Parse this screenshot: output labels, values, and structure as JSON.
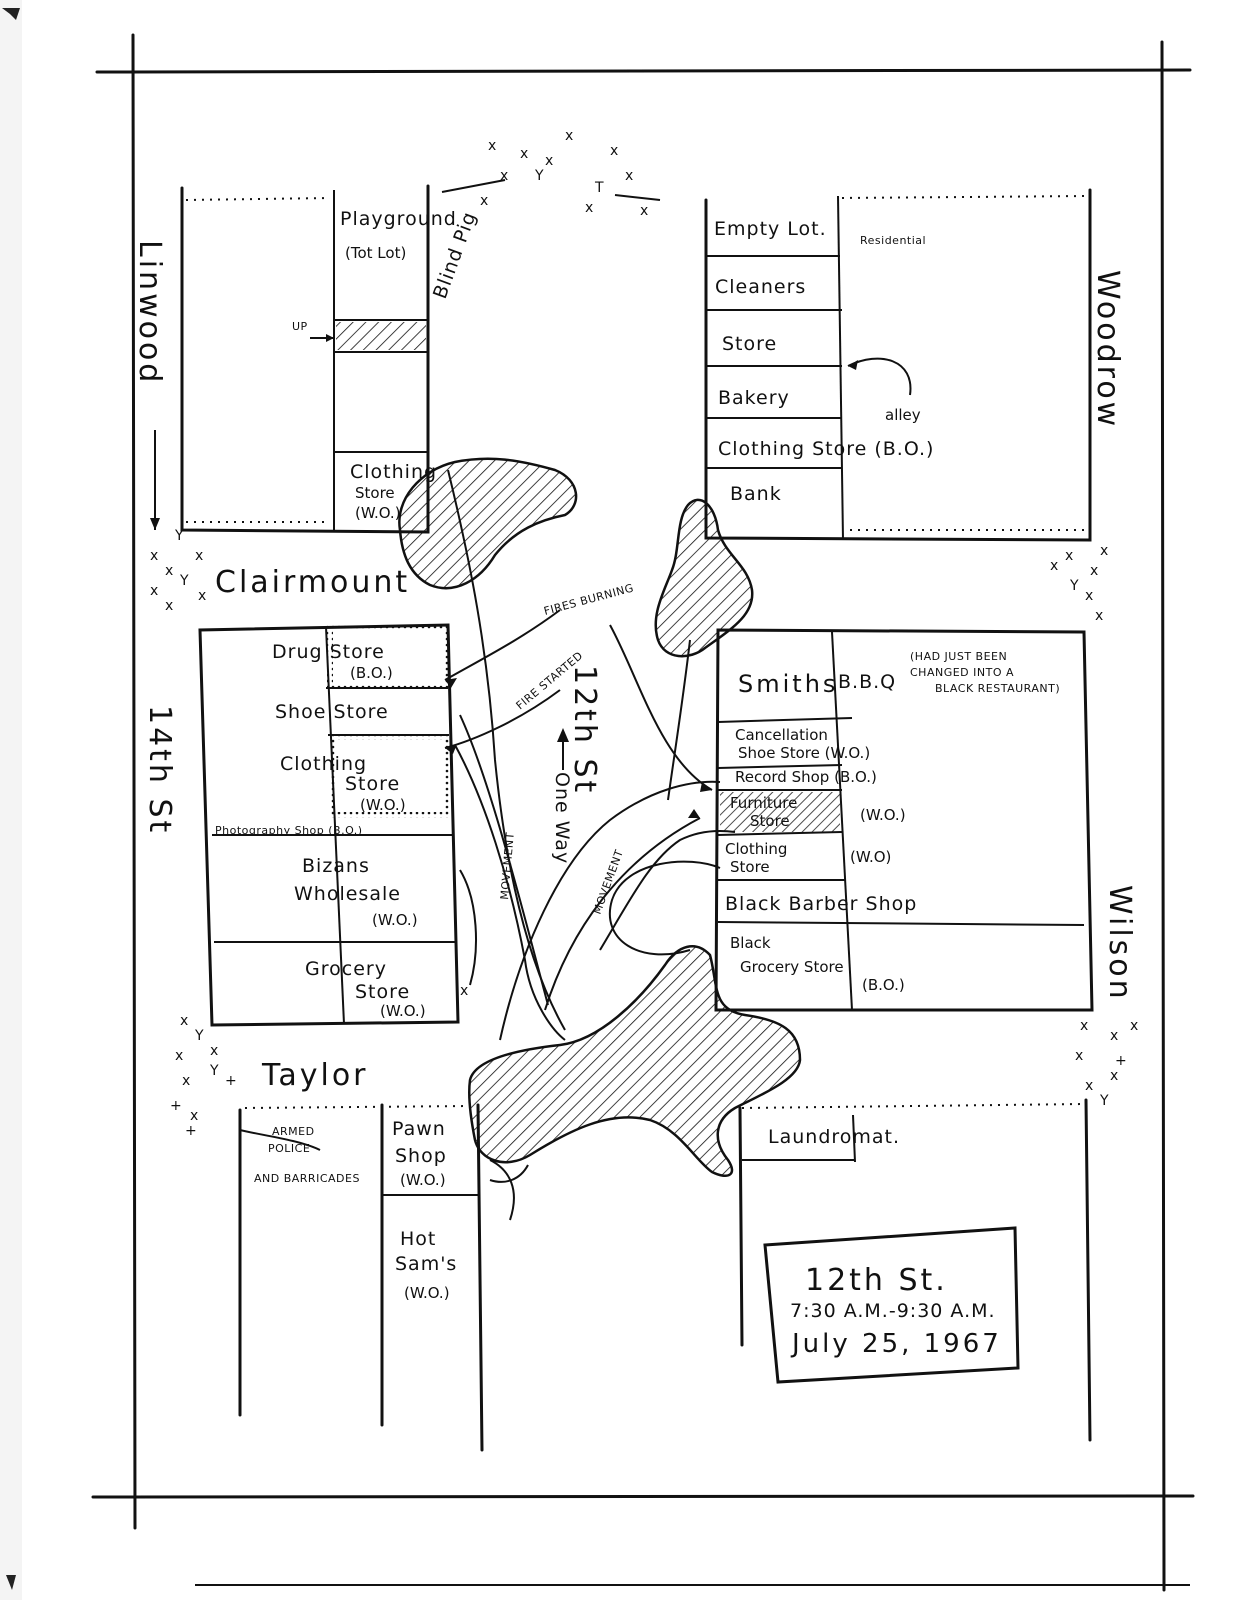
{
  "labels": {
    "playground": "Playground",
    "tot_lot": "(Tot Lot)",
    "up": "UP",
    "blind_pig": "Blind Pig",
    "block_a_clothing_1": "Clothing",
    "block_a_clothing_2": "Store",
    "block_a_clothing_3": "(W.O.)",
    "empty_lot": "Empty Lot.",
    "residential": "Residential",
    "cleaners": "Cleaners",
    "store": "Store",
    "bakery": "Bakery",
    "clothing_store_bo": "Clothing Store (B.O.)",
    "alley": "alley",
    "bank": "Bank",
    "fires_burning": "FIRES BURNING",
    "fire_started": "FIRE STARTED",
    "drug_store_1": "Drug Store",
    "drug_store_2": "(B.O.)",
    "shoe_store": "Shoe Store",
    "clothing_wo_1": "Clothing",
    "clothing_wo_2": "Store",
    "clothing_wo_3": "(W.O.)",
    "photo_shop": "Photography Shop (B.O.)",
    "bizans_1": "Bizans",
    "bizans_2": "Wholesale",
    "bizans_3": "(W.O.)",
    "grocery_1": "Grocery",
    "grocery_2": "Store",
    "grocery_3": "(W.O.)",
    "smiths": "Smiths",
    "bbq": "B.B.Q",
    "bbq_note_1": "(HAD JUST BEEN",
    "bbq_note_2": "CHANGED INTO A",
    "bbq_note_3": "BLACK RESTAURANT)",
    "cancellation_1": "Cancellation",
    "cancellation_2": "Shoe Store (W.O.)",
    "record_shop": "Record Shop (B.O.)",
    "furniture_1": "Furniture",
    "furniture_2": "Store",
    "furniture_3": "(W.O.)",
    "clothing_east_1": "Clothing",
    "clothing_east_2": "Store",
    "clothing_east_3": "(W.O)",
    "barber": "Black Barber Shop",
    "black_grocery_1": "Black",
    "black_grocery_2": "Grocery Store",
    "black_grocery_3": "(B.O.)",
    "armed_police_1": "ARMED",
    "armed_police_2": "POLICE",
    "armed_police_3": "AND BARRICADES",
    "pawn_1": "Pawn",
    "pawn_2": "Shop",
    "pawn_3": "(W.O.)",
    "hot_sams_1": "Hot",
    "hot_sams_2": "Sam's",
    "hot_sams_3": "(W.O.)",
    "laundromat": "Laundromat.",
    "movement": "MOVEMENT",
    "one_way": "One Way"
  },
  "streets": {
    "clairmount": "Clairmount",
    "taylor": "Taylor",
    "fourteenth": "14th St",
    "twelfth": "12th St",
    "woodrow": "Woodrow",
    "wilson": "Wilson",
    "linwood": "Linwood"
  },
  "caption": {
    "title": "12th St.",
    "time": "7:30 A.M.-9:30 A.M.",
    "date": "July 25, 1967"
  }
}
